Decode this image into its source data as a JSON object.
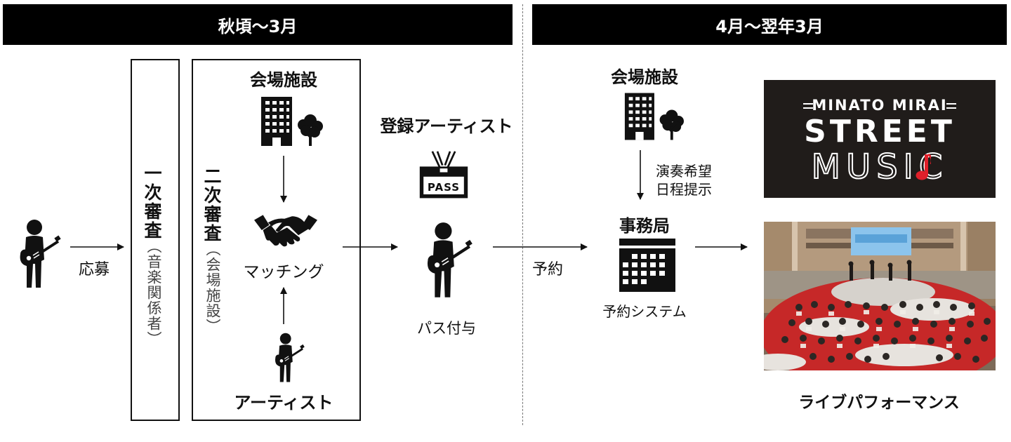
{
  "phases": {
    "phase1": "秋頃〜3月",
    "phase2": "4月〜翌年3月"
  },
  "flow": {
    "apply": "応募",
    "first_review": "一次審査",
    "first_review_note": "（音楽関係者）",
    "second_review": "二次審査",
    "second_review_note": "（会場施設）",
    "venue_top": "会場施設",
    "matching": "マッチング",
    "artist": "アーティスト",
    "registered_artist": "登録アーティスト",
    "pass_badge": "PASS",
    "pass_grant": "パス付与",
    "reserve": "予約",
    "venue_right": "会場施設",
    "schedule_line1": "演奏希望",
    "schedule_line2": "日程提示",
    "office": "事務局",
    "booking_system": "予約システム",
    "live": "ライブパフォーマンス"
  },
  "logo": {
    "line1": "MINATO MIRAI",
    "line2": "STREET",
    "line3": "MUSIC"
  },
  "colors": {
    "bar": "#000000",
    "logo_bg": "#201c1a",
    "logo_accent": "#e0202a",
    "floor_red": "#c62828"
  }
}
